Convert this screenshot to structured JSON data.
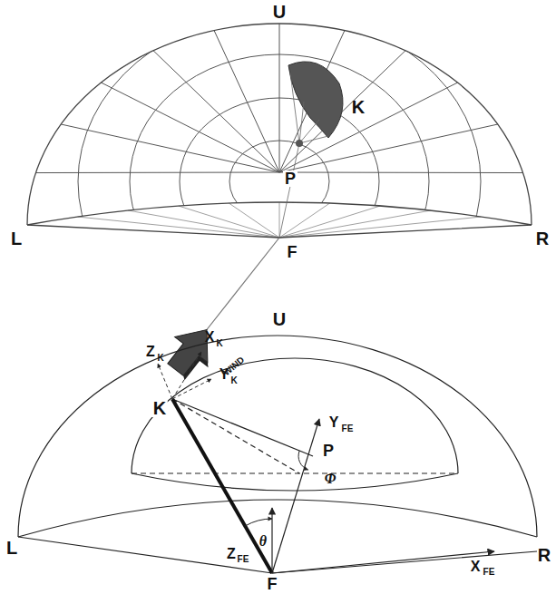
{
  "diagram": {
    "labels": [
      "U",
      "K",
      "P",
      "L",
      "F",
      "R",
      "WIND",
      "U",
      "X",
      "K",
      "Z",
      "K",
      "Y",
      "K",
      "K",
      "P",
      "Y",
      "FE",
      "Φ",
      "θ",
      "Z",
      "FE",
      "L",
      "F",
      "X",
      "FE",
      "R"
    ]
  }
}
